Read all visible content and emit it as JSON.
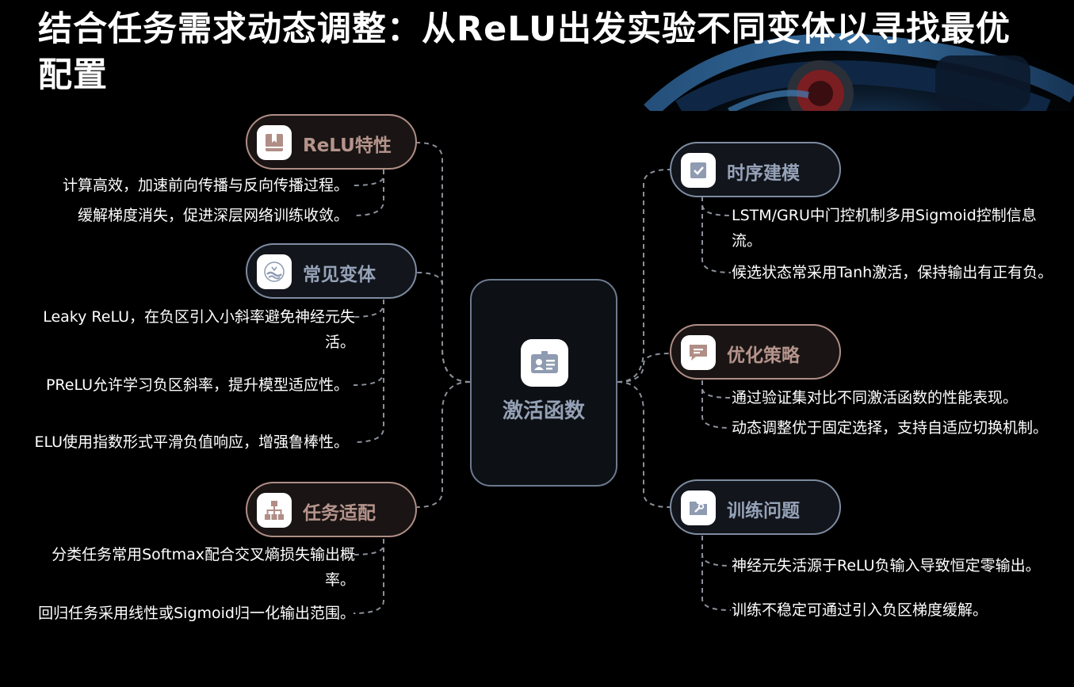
{
  "title": "结合任务需求动态调整：从ReLU出发实验不同变体以寻找最优配置",
  "center": {
    "label": "激活函数",
    "icon": "id-card-icon"
  },
  "branches": {
    "relu": {
      "label": "ReLU特性",
      "icon": "bookmark-icon",
      "items": [
        "计算高效，加速前向传播与反向传播过程。",
        "缓解梯度消失，促进深层网络训练收敛。"
      ]
    },
    "variants": {
      "label": "常见变体",
      "icon": "water-logo-icon",
      "items": [
        "Leaky ReLU，在负区引入小斜率避免神经元失活。",
        "PReLU允许学习负区斜率，提升模型适应性。",
        "ELU使用指数形式平滑负值响应，增强鲁棒性。"
      ]
    },
    "task": {
      "label": "任务适配",
      "icon": "hierarchy-icon",
      "items": [
        "分类任务常用Softmax配合交叉熵损失输出概率。",
        "回归任务采用线性或Sigmoid归一化输出范围。"
      ]
    },
    "sequence": {
      "label": "时序建模",
      "icon": "checkbox-icon",
      "items": [
        "LSTM/GRU中门控机制多用Sigmoid控制信息流。",
        "候选状态常采用Tanh激活，保持输出有正有负。"
      ]
    },
    "strategy": {
      "label": "优化策略",
      "icon": "chat-bubble-icon",
      "items": [
        "通过验证集对比不同激活函数的性能表现。",
        "动态调整优于固定选择，支持自适应切换机制。"
      ]
    },
    "training": {
      "label": "训练问题",
      "icon": "folder-wrench-icon",
      "items": [
        "神经元失活源于ReLU负输入导致恒定零输出。",
        "训练不稳定可通过引入负区梯度缓解。"
      ]
    }
  },
  "colors": {
    "warm_accent": "#b5948c",
    "cool_accent": "#95a2b8",
    "connector": "#8a8f99"
  }
}
